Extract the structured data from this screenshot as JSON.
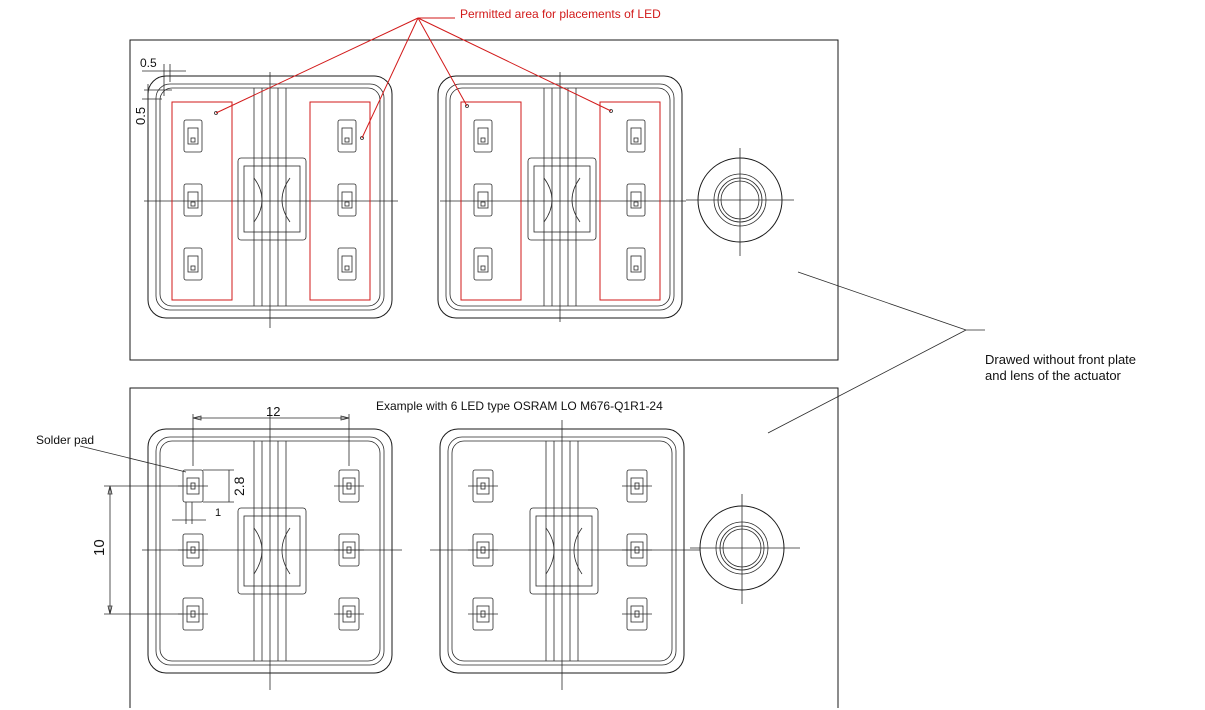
{
  "annotations": {
    "permitted_area": "Permitted area for placements of LED",
    "drawed_without_line1": "Drawed without front plate",
    "drawed_without_line2": "and lens of the actuator",
    "example_title": "Example with 6 LED type OSRAM LO M676-Q1R1-24",
    "solder_pad": "Solder pad"
  },
  "dimensions": {
    "gap_horizontal": "0.5",
    "gap_vertical": "0.5",
    "led_spacing_horizontal": "12",
    "led_spacing_vertical": "10",
    "led_pad_height": "2.8",
    "led_pad_width": "1"
  },
  "colors": {
    "line": "#1a1a1a",
    "permitted_area": "#d21a1a",
    "background": "#ffffff"
  }
}
